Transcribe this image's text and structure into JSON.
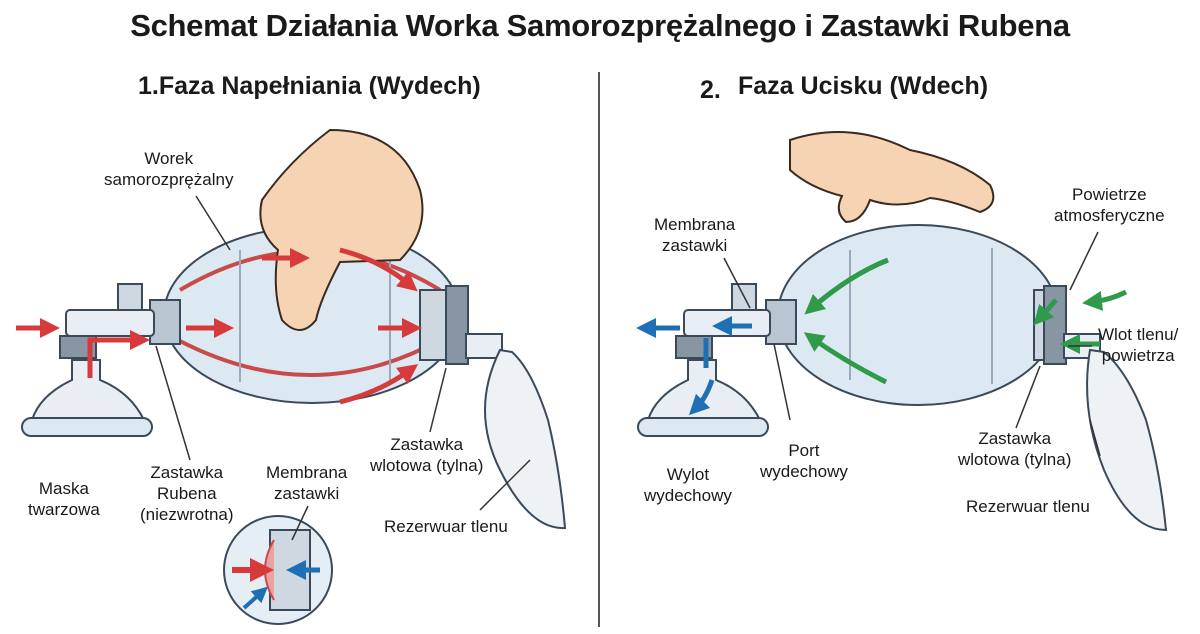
{
  "title": "Schemat Działania Worka Samorozprężalnego i Zastawki Rubena",
  "phase1": {
    "title": "1.Faza Napełniania (Wydech)",
    "labels": {
      "bag": [
        "Worek",
        "samorozprężalny"
      ],
      "mask": [
        "Maska",
        "twarzowa"
      ],
      "ruben_valve": [
        "Zastawka",
        "Rubena",
        "(niezwrotna)"
      ],
      "membrane": [
        "Membrana",
        "zastawki"
      ],
      "inlet_valve": [
        "Zastawka",
        "wlotowa (tylna)"
      ],
      "reservoir": "Rezerwuar tlenu"
    }
  },
  "phase2": {
    "number": "2.",
    "title": "Faza Ucisku (Wdech)",
    "labels": {
      "membrane": [
        "Membrana",
        "zastawki"
      ],
      "atmospheric_air": [
        "Powietrze",
        "atmosferyczne"
      ],
      "oxygen_inlet": [
        "Wlot tlenu/",
        "powietrza"
      ],
      "exhaust_port": [
        "Port",
        "wydechowy"
      ],
      "exhaust_outlet": [
        "Wylot",
        "wydechowy"
      ],
      "inlet_valve": [
        "Zastawka",
        "wlotowa (tylna)"
      ],
      "reservoir": "Rezerwuar tlenu"
    }
  },
  "colors": {
    "red_arrow": "#d63a3a",
    "blue_arrow": "#1f6fb5",
    "green_arrow": "#2f9a4a",
    "bag_fill": "#dce9f3",
    "skin": "#f6d3b2"
  },
  "icons": [
    "hand-icon",
    "bag-icon",
    "mask-icon",
    "valve-icon",
    "reservoir-icon",
    "arrow-icon"
  ]
}
